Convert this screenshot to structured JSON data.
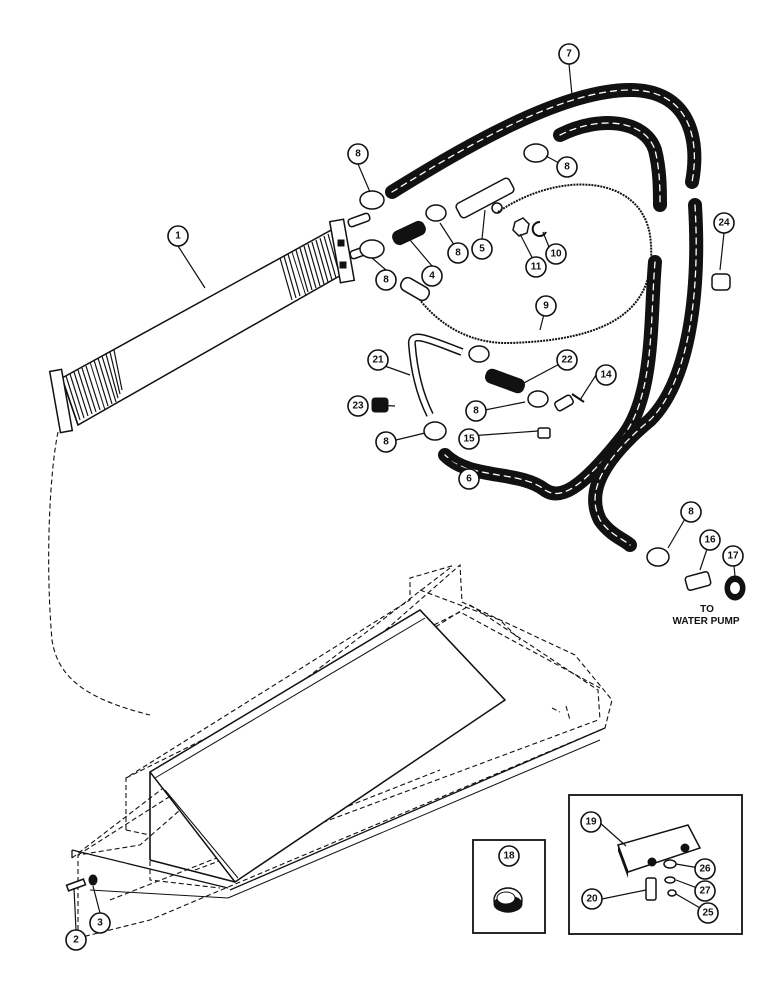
{
  "callouts": {
    "c1": "1",
    "c2": "2",
    "c3": "3",
    "c4": "4",
    "c5": "5",
    "c6": "6",
    "c7": "7",
    "c8a": "8",
    "c8b": "8",
    "c8c": "8",
    "c8d": "8",
    "c8e": "8",
    "c8f": "8",
    "c8g": "8",
    "c9": "9",
    "c10": "10",
    "c11": "11",
    "c14": "14",
    "c15": "15",
    "c16": "16",
    "c17": "17",
    "c18": "18",
    "c19": "19",
    "c20": "20",
    "c21": "21",
    "c22": "22",
    "c23": "23",
    "c24": "24",
    "c25": "25",
    "c26": "26",
    "c27": "27"
  },
  "annotation": {
    "line1": "TO",
    "line2": "WATER PUMP"
  }
}
